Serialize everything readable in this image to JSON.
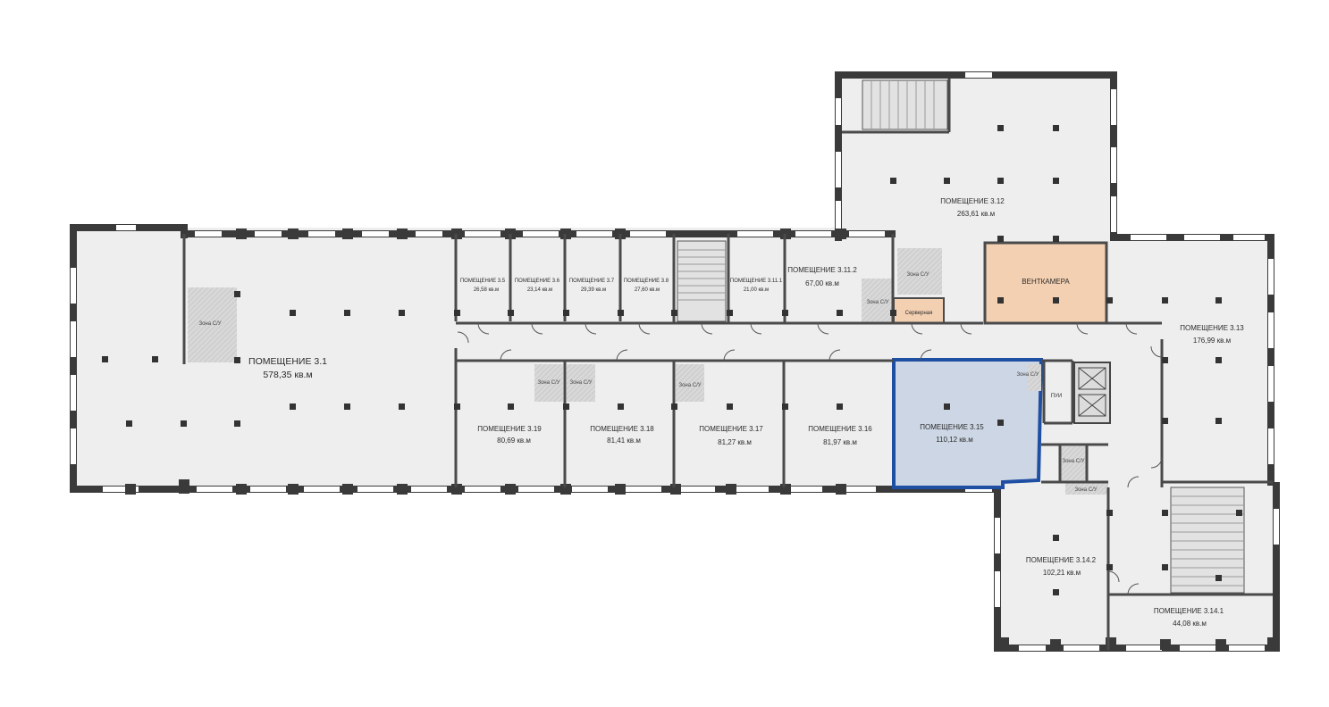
{
  "colors": {
    "floor": "#eeeeee",
    "wall": "#3a3a3a",
    "selected_fill": "#cdd6e4",
    "selected_stroke": "#1f4fa3",
    "ventkamera": "#f3d0b2",
    "server": "#f3d0b2"
  },
  "rooms": {
    "r3_1": {
      "name": "ПОМЕЩЕНИЕ 3.1",
      "area": "578,35 кв.м"
    },
    "r3_5": {
      "name": "ПОМЕЩЕНИЕ 3.5",
      "area": "26,58 кв.м"
    },
    "r3_6": {
      "name": "ПОМЕЩЕНИЕ 3.6",
      "area": "23,14 кв.м"
    },
    "r3_7": {
      "name": "ПОМЕЩЕНИЕ 3.7",
      "area": "29,39 кв.м"
    },
    "r3_8": {
      "name": "ПОМЕЩЕНИЕ 3.8",
      "area": "27,60 кв.м"
    },
    "r3_11_1": {
      "name": "ПОМЕЩЕНИЕ 3.11.1",
      "area": "21,00 кв.м"
    },
    "r3_11_2": {
      "name": "ПОМЕЩЕНИЕ 3.11.2",
      "area": "67,00 кв.м"
    },
    "r3_12": {
      "name": "ПОМЕЩЕНИЕ 3.12",
      "area": "263,61 кв.м"
    },
    "r3_13": {
      "name": "ПОМЕЩЕНИЕ 3.13",
      "area": "176,99 кв.м"
    },
    "r3_14_1": {
      "name": "ПОМЕЩЕНИЕ 3.14.1",
      "area": "44,08 кв.м"
    },
    "r3_14_2": {
      "name": "ПОМЕЩЕНИЕ 3.14.2",
      "area": "102,21 кв.м"
    },
    "r3_15": {
      "name": "ПОМЕЩЕНИЕ 3.15",
      "area": "110,12 кв.м"
    },
    "r3_16": {
      "name": "ПОМЕЩЕНИЕ 3.16",
      "area": "81,97 кв.м"
    },
    "r3_17": {
      "name": "ПОМЕЩЕНИЕ 3.17",
      "area": "81,27 кв.м"
    },
    "r3_18": {
      "name": "ПОМЕЩЕНИЕ 3.18",
      "area": "81,41 кв.м"
    },
    "r3_19": {
      "name": "ПОМЕЩЕНИЕ 3.19",
      "area": "80,69 кв.м"
    }
  },
  "utility": {
    "ventkamera": "ВЕНТКАМЕРА",
    "server": "Серверная",
    "pui": "ПУИ",
    "zone_su": "Зона С/У"
  },
  "selected_room": "ПОМЕЩЕНИЕ 3.15"
}
